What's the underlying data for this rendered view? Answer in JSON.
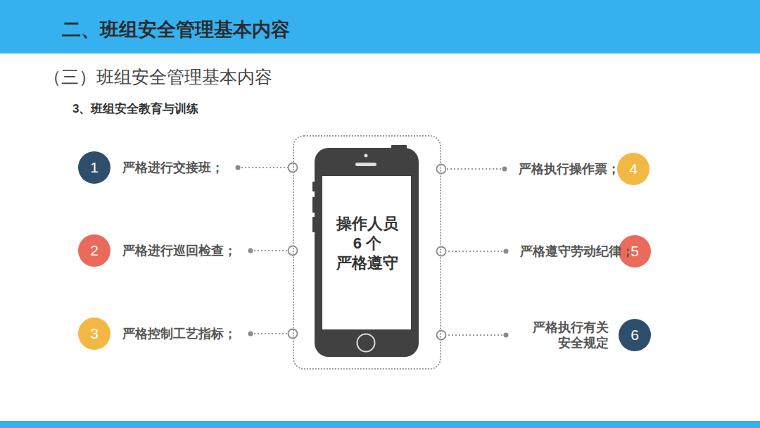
{
  "diagram": {
    "title": "二、班组安全管理基本内容",
    "nodes": [
      {
        "text": [
          "1",
          "严格进行交接班；"
        ]
      },
      {
        "text": [
          "2",
          "严格进行巡回检查；"
        ]
      },
      {
        "text": [
          "3",
          "严格控制工艺指标；"
        ]
      },
      {
        "text": [
          "4",
          "严格执行操作票；"
        ]
      },
      {
        "text": [
          "5",
          "严格遵守劳动纪律；"
        ]
      },
      {
        "text": [
          "6",
          "严格执行有关 安全规定"
        ]
      },
      {
        "text": [
          "操作人员 6 个 严格遵守"
        ]
      }
    ],
    "edges": [
      {
        "from": 0,
        "to": 6,
        "arrow": "none"
      },
      {
        "from": 1,
        "to": 6,
        "arrow": "none"
      },
      {
        "from": 2,
        "to": 6,
        "arrow": "none"
      },
      {
        "from": 3,
        "to": 6,
        "arrow": "none"
      },
      {
        "from": 4,
        "to": 6,
        "arrow": "none"
      },
      {
        "from": 5,
        "to": 6,
        "arrow": "none"
      }
    ],
    "labels": [
      "（三）班组安全管理基本内容",
      "3、班组安全教育与训练"
    ]
  }
}
